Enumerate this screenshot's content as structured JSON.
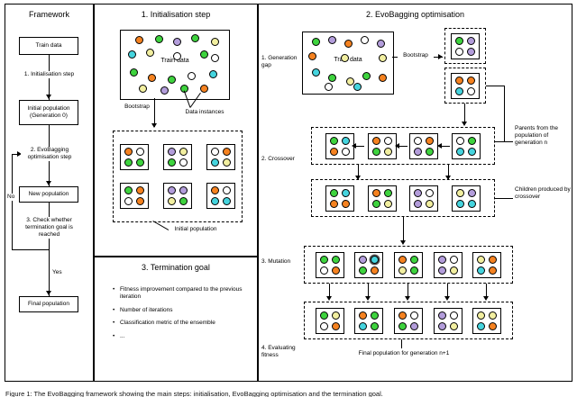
{
  "caption": "Figure 1: The EvoBagging framework showing the main steps: initialisation, EvoBagging optimisation and the termination goal.",
  "palette": {
    "o": "#f58220",
    "g": "#3ed33e",
    "p": "#b39ddb",
    "y": "#f2efa0",
    "c": "#45d4de",
    "w": "#ffffff"
  },
  "framework": {
    "title": "Framework",
    "nodes": [
      "Train data",
      "Initial population (Generation 0)",
      "New population",
      "Final population"
    ],
    "edges": [
      "1. Initialisation step",
      "2. EvoBagging optimisation step",
      "3. Check whether termination goal is reached"
    ],
    "no_label": "No",
    "yes_label": "Yes"
  },
  "initialisation": {
    "title": "1. Initialisation step",
    "train_label": "Train data",
    "bootstrap_label": "Bootstrap",
    "data_instances_label": "Data instances",
    "population_label": "Initial population",
    "train_dots": [
      [
        16,
        6,
        "o"
      ],
      [
        38,
        5,
        "g"
      ],
      [
        58,
        8,
        "p"
      ],
      [
        78,
        4,
        "g"
      ],
      [
        100,
        8,
        "y"
      ],
      [
        8,
        22,
        "c"
      ],
      [
        28,
        20,
        "y"
      ],
      [
        100,
        26,
        "w"
      ],
      [
        58,
        24,
        "w"
      ],
      [
        88,
        22,
        "g"
      ],
      [
        10,
        42,
        "g"
      ],
      [
        30,
        48,
        "o"
      ],
      [
        52,
        50,
        "g"
      ],
      [
        74,
        46,
        "w"
      ],
      [
        98,
        44,
        "c"
      ],
      [
        20,
        60,
        "y"
      ],
      [
        44,
        62,
        "p"
      ],
      [
        66,
        60,
        "g"
      ],
      [
        88,
        60,
        "o"
      ]
    ],
    "bags": [
      [
        "o",
        "w",
        "g",
        "g"
      ],
      [
        "p",
        "y",
        "g",
        "w"
      ],
      [
        "w",
        "o",
        "c",
        "y"
      ],
      [
        "g",
        "o",
        "w",
        "o"
      ],
      [
        "p",
        "p",
        "y",
        "g"
      ],
      [
        "o",
        "w",
        "c",
        "c"
      ]
    ]
  },
  "termination": {
    "title": "3. Termination goal",
    "bullets": [
      "Fitness improvement compared to the previous iteration",
      "Number of iterations",
      "Classification metric of the ensemble",
      "..."
    ]
  },
  "optimisation": {
    "title": "2. EvoBagging optimisation",
    "steps": [
      "1. Generation gap",
      "2. Crossover",
      "3. Mutation",
      "4. Evaluating fitness"
    ],
    "train_label": "Train data",
    "bootstrap_label": "Bootstrap",
    "parents_note": "Parents from the population of generation n",
    "children_note": "Children produced by crossover",
    "final_note": "Final population for generation n+1",
    "train_dots": [
      [
        10,
        6,
        "g"
      ],
      [
        28,
        4,
        "p"
      ],
      [
        46,
        8,
        "o"
      ],
      [
        64,
        4,
        "w"
      ],
      [
        82,
        8,
        "p"
      ],
      [
        6,
        22,
        "o"
      ],
      [
        42,
        24,
        "y"
      ],
      [
        84,
        24,
        "y"
      ],
      [
        10,
        40,
        "c"
      ],
      [
        28,
        46,
        "g"
      ],
      [
        48,
        50,
        "y"
      ],
      [
        66,
        44,
        "g"
      ],
      [
        84,
        46,
        "o"
      ],
      [
        24,
        56,
        "w"
      ],
      [
        56,
        56,
        "c"
      ]
    ],
    "bootstrap_bags": [
      [
        "g",
        "p",
        "w",
        "p"
      ],
      [
        "o",
        "o",
        "c",
        "w"
      ]
    ],
    "parent_bags": [
      [
        "g",
        "c",
        "o",
        "w"
      ],
      [
        "o",
        "w",
        "g",
        "y"
      ],
      [
        "w",
        "o",
        "p",
        "g"
      ],
      [
        "w",
        "g",
        "c",
        "c"
      ]
    ],
    "children_bags": [
      [
        "g",
        "c",
        "o",
        "o"
      ],
      [
        "o",
        "g",
        "g",
        "y"
      ],
      [
        "p",
        "w",
        "p",
        "y"
      ],
      [
        "y",
        "p",
        "c",
        "c"
      ]
    ],
    "mutation_bags": [
      [
        "g",
        "g",
        "w",
        "o"
      ],
      [
        "p",
        "c*",
        "g",
        "o"
      ],
      [
        "o",
        "g",
        "y",
        "g"
      ],
      [
        "p",
        "w",
        "p",
        "y"
      ],
      [
        "y",
        "o",
        "c",
        "o"
      ]
    ],
    "final_bags": [
      [
        "g",
        "y",
        "w",
        "o"
      ],
      [
        "o",
        "g",
        "c",
        "g"
      ],
      [
        "o",
        "w",
        "g",
        "p"
      ],
      [
        "p",
        "w",
        "p",
        "y"
      ],
      [
        "y",
        "y",
        "c",
        "o"
      ]
    ]
  }
}
